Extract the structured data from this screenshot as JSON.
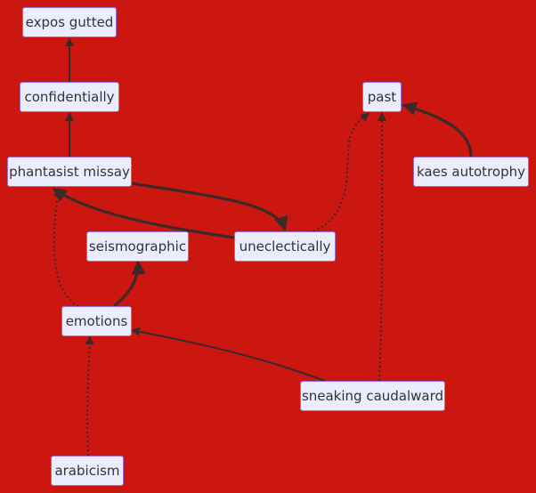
{
  "colors": {
    "background": "#cc1610",
    "node_fill": "#ececff",
    "node_border": "#9370db",
    "node_text": "#333333",
    "edge": "#3a2a2a"
  },
  "nodes": [
    {
      "id": "expos-gutted",
      "label": "expos gutted"
    },
    {
      "id": "confidentially",
      "label": "confidentially"
    },
    {
      "id": "phantasist-missay",
      "label": "phantasist missay"
    },
    {
      "id": "past",
      "label": "past"
    },
    {
      "id": "kaes-autotrophy",
      "label": "kaes autotrophy"
    },
    {
      "id": "seismographic",
      "label": "seismographic"
    },
    {
      "id": "uneclectically",
      "label": "uneclectically"
    },
    {
      "id": "emotions",
      "label": "emotions"
    },
    {
      "id": "sneaking-caudalward",
      "label": "sneaking caudalward"
    },
    {
      "id": "arabicism",
      "label": "arabicism"
    }
  ],
  "edges": [
    {
      "from": "confidentially",
      "to": "expos-gutted",
      "style": "solid"
    },
    {
      "from": "phantasist-missay",
      "to": "confidentially",
      "style": "solid"
    },
    {
      "from": "kaes-autotrophy",
      "to": "past",
      "style": "thick"
    },
    {
      "from": "phantasist-missay",
      "to": "uneclectically",
      "style": "thick"
    },
    {
      "from": "uneclectically",
      "to": "phantasist-missay",
      "style": "thick"
    },
    {
      "from": "uneclectically",
      "to": "past",
      "style": "dotted"
    },
    {
      "from": "emotions",
      "to": "phantasist-missay",
      "style": "dotted"
    },
    {
      "from": "emotions",
      "to": "seismographic",
      "style": "thick"
    },
    {
      "from": "sneaking-caudalward",
      "to": "emotions",
      "style": "solid"
    },
    {
      "from": "sneaking-caudalward",
      "to": "past",
      "style": "dotted"
    },
    {
      "from": "arabicism",
      "to": "emotions",
      "style": "dotted"
    }
  ]
}
